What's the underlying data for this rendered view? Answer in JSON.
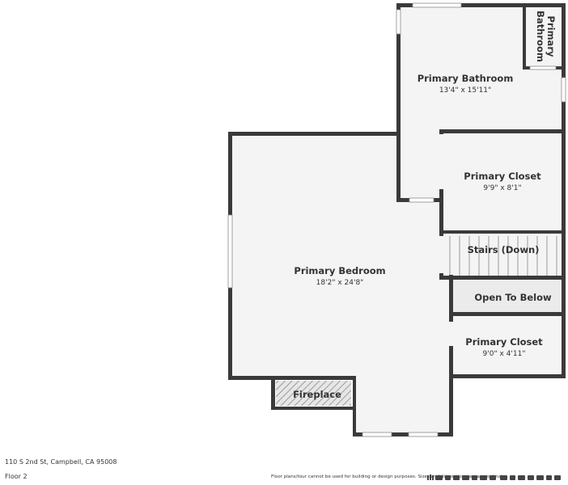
{
  "rooms": {
    "primary_bedroom": {
      "name": "Primary Bedroom",
      "dims": "18'2\" x 24'8\""
    },
    "primary_bathroom": {
      "name": "Primary Bathroom",
      "dims": "13'4\" x 15'11\""
    },
    "primary_closet_upper": {
      "name": "Primary Closet",
      "dims": "9'9\" x 8'1\""
    },
    "stairs": {
      "name": "Stairs (Down)"
    },
    "open_to_below": {
      "name": "Open To Below"
    },
    "primary_closet_lower": {
      "name": "Primary Closet",
      "dims": "9'0\" x 4'11\""
    },
    "fireplace": {
      "name": "Fireplace"
    },
    "wc": {
      "line1": "Primary",
      "line2": "Bathroom"
    }
  },
  "footer": {
    "address": "110 S 2nd St, Campbell, CA 95008",
    "floor": "Floor 2",
    "disclaimer": "Floor plans/tour cannot be used for building or design purposes. Sizes and dimensions are approximate."
  },
  "colors": {
    "wall": "#3a3a3a",
    "floor": "#f4f4f4",
    "open_to_below": "#ebebeb",
    "window": "#ffffff"
  }
}
